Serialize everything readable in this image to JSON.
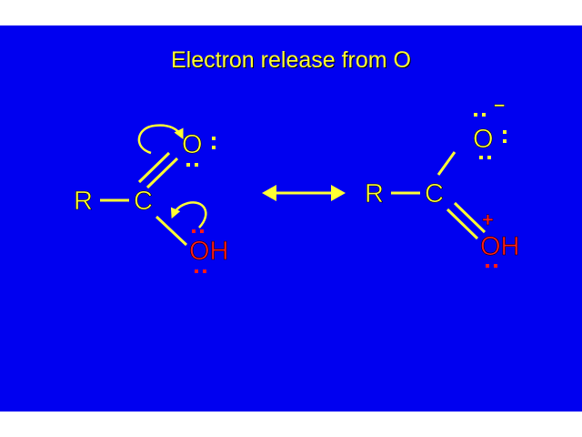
{
  "title": "Electron release from O",
  "colors": {
    "background": "#0000f0",
    "bond": "#ffff33",
    "atom": "#ffff33",
    "hydroxyl": "#ff1a1a",
    "shadow": "#000000"
  },
  "left_structure": {
    "r": "R",
    "c": "C",
    "o": "O",
    "oh": "OH"
  },
  "right_structure": {
    "r": "R",
    "c": "C",
    "o": "O",
    "oh": "OH",
    "minus": "–",
    "plus": "+"
  },
  "resonance_icon": "double-headed-arrow-icon",
  "arrow_icons": [
    "curved-arrow-icon",
    "curved-arrow-icon"
  ]
}
